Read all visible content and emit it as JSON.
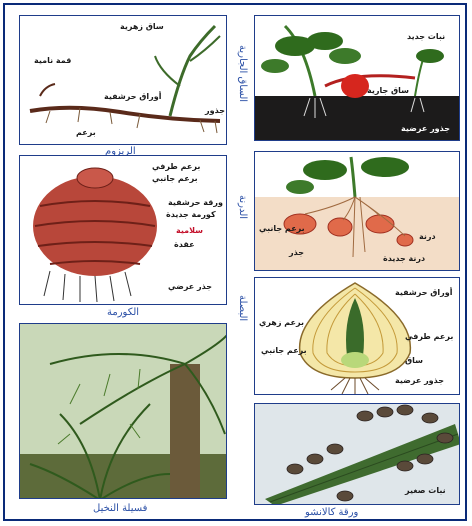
{
  "rhizome": {
    "caption": "الريزوم",
    "labels": [
      "ساق زهرية",
      "قمة نامية",
      "أوراق حرشفية",
      "جذور",
      "برعم"
    ]
  },
  "runner": {
    "caption": "الساق الجارية",
    "labels": [
      "نبات جديد",
      "ساق جارية",
      "جذور عرضية"
    ]
  },
  "corm": {
    "caption": "الكورمة",
    "labels": [
      "برعم طرفي",
      "برعم جانبي",
      "ورقة حرشفية",
      "كورمة جديدة",
      "سلامية",
      "عقدة",
      "جذر عرضي"
    ]
  },
  "tuber": {
    "caption": "الدرنة",
    "labels": [
      "برعم جانبي",
      "جذر",
      "درنة",
      "درنة جديدة"
    ]
  },
  "bulb": {
    "caption": "البصلة",
    "labels": [
      "أوراق حرشفية",
      "برعم زهري",
      "برعم طرفي",
      "برعم جانبي",
      "ساق",
      "جذور عرضية"
    ]
  },
  "palm": {
    "caption": "فسيلة النخيل"
  },
  "kalanchoe": {
    "caption": "ورقة كالانشو",
    "labels": [
      "نبات صغير"
    ]
  }
}
